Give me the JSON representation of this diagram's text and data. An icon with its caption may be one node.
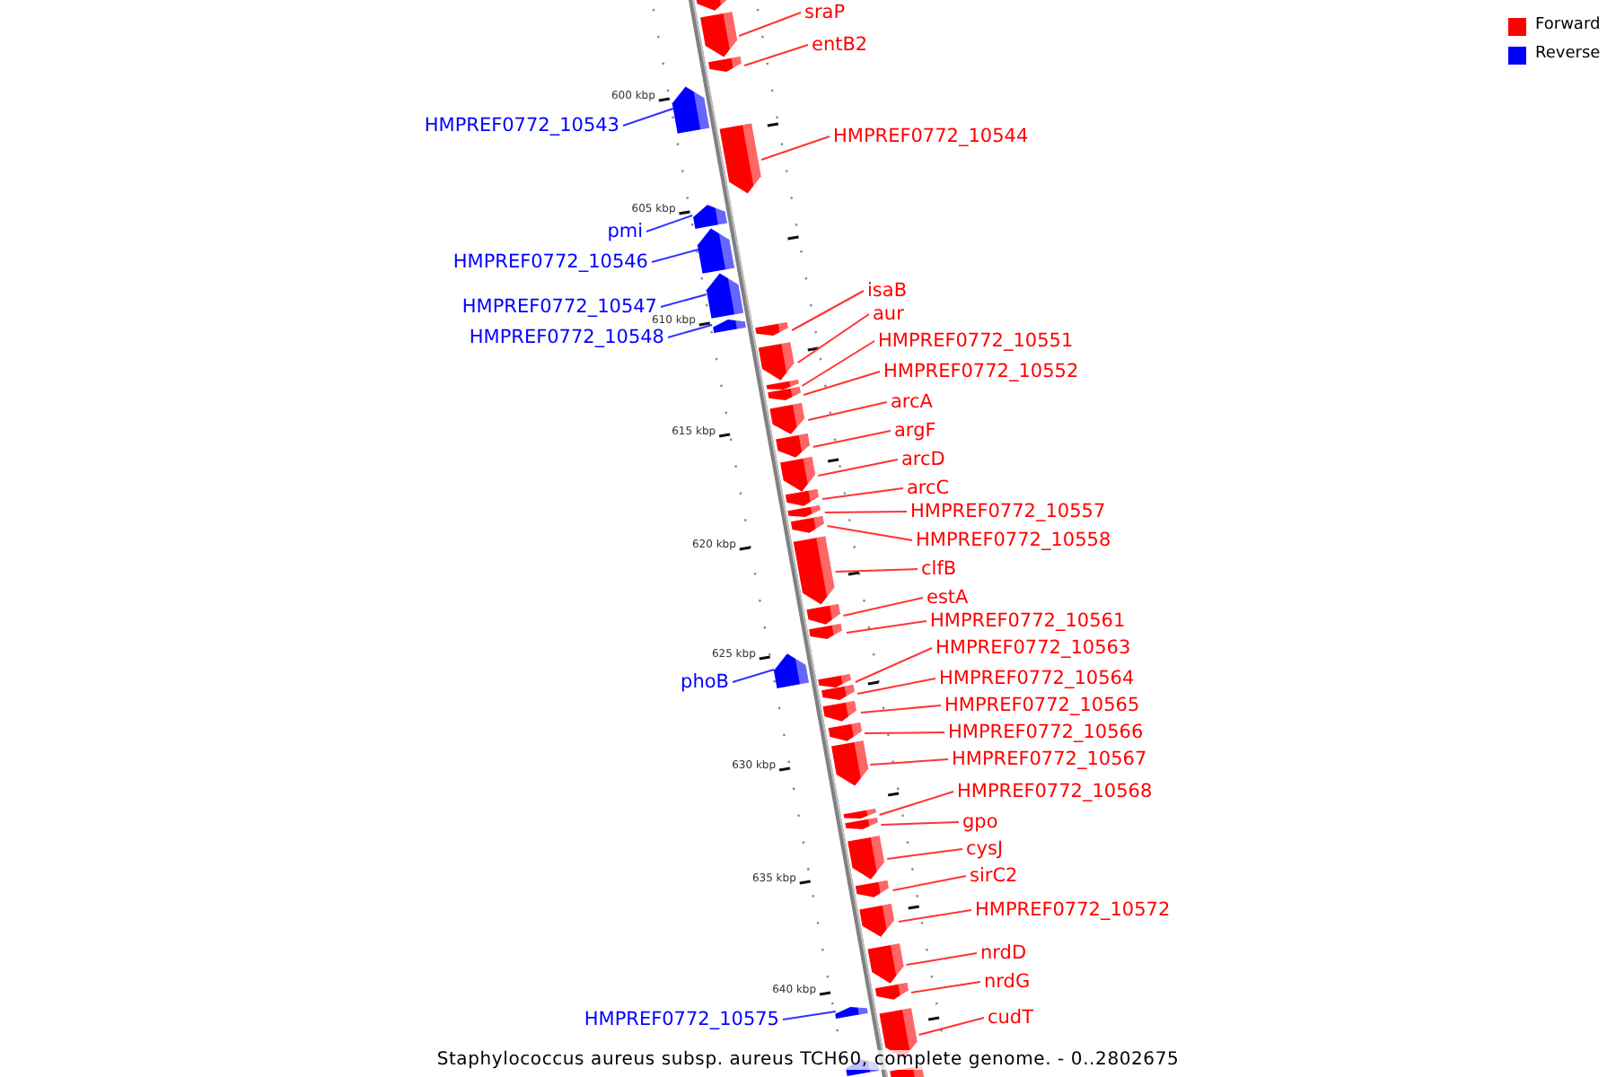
{
  "diagram": {
    "caption": "Staphylococcus aureus subsp. aureus TCH60, complete genome. - 0..2802675",
    "nodes": [
      {
        "text": [],
        "shape": "arrow"
      },
      {
        "text": [
          "sraP"
        ]
      },
      {
        "text": [],
        "shape": "arrow"
      },
      {
        "text": [
          "entB2"
        ]
      },
      {
        "text": [],
        "shape": "arrow"
      },
      {
        "text": [
          "HMPREF0772_10543"
        ]
      },
      {
        "text": [],
        "shape": "arrow"
      },
      {
        "text": [
          "HMPREF0772_10544"
        ]
      },
      {
        "text": [],
        "shape": "arrow"
      },
      {
        "text": [
          "pmi"
        ]
      },
      {
        "text": [],
        "shape": "arrow"
      },
      {
        "text": [
          "HMPREF0772_10546"
        ]
      },
      {
        "text": [],
        "shape": "arrow"
      },
      {
        "text": [
          "HMPREF0772_10547"
        ]
      },
      {
        "text": [],
        "shape": "arrow"
      },
      {
        "text": [
          "HMPREF0772_10548"
        ]
      },
      {
        "text": [],
        "shape": "arrow"
      },
      {
        "text": [
          "isaB"
        ]
      },
      {
        "text": [],
        "shape": "arrow"
      },
      {
        "text": [
          "aur"
        ]
      },
      {
        "text": [],
        "shape": "arrow"
      },
      {
        "text": [
          "HMPREF0772_10551"
        ]
      },
      {
        "text": [],
        "shape": "arrow"
      },
      {
        "text": [
          "HMPREF0772_10552"
        ]
      },
      {
        "text": [],
        "shape": "arrow"
      },
      {
        "text": [
          "arcA"
        ]
      },
      {
        "text": [],
        "shape": "arrow"
      },
      {
        "text": [
          "argF"
        ]
      },
      {
        "text": [],
        "shape": "arrow"
      },
      {
        "text": [
          "arcD"
        ]
      },
      {
        "text": [],
        "shape": "arrow"
      },
      {
        "text": [
          "arcC"
        ]
      },
      {
        "text": [],
        "shape": "arrow"
      },
      {
        "text": [
          "HMPREF0772_10557"
        ]
      },
      {
        "text": [],
        "shape": "arrow"
      },
      {
        "text": [
          "HMPREF0772_10558"
        ]
      },
      {
        "text": [],
        "shape": "arrow"
      },
      {
        "text": [
          "clfB"
        ]
      },
      {
        "text": [],
        "shape": "arrow"
      },
      {
        "text": [
          "estA"
        ]
      },
      {
        "text": [],
        "shape": "arrow"
      },
      {
        "text": [
          "HMPREF0772_10561"
        ]
      },
      {
        "text": [],
        "shape": "arrow"
      },
      {
        "text": [
          "phoB"
        ]
      },
      {
        "text": [],
        "shape": "arrow"
      },
      {
        "text": [
          "HMPREF0772_10563"
        ]
      },
      {
        "text": [],
        "shape": "arrow"
      },
      {
        "text": [
          "HMPREF0772_10564"
        ]
      },
      {
        "text": [],
        "shape": "arrow"
      },
      {
        "text": [
          "HMPREF0772_10565"
        ]
      },
      {
        "text": [],
        "shape": "arrow"
      },
      {
        "text": [
          "HMPREF0772_10566"
        ]
      },
      {
        "text": [],
        "shape": "arrow"
      },
      {
        "text": [
          "HMPREF0772_10567"
        ]
      },
      {
        "text": [],
        "shape": "arrow"
      },
      {
        "text": [
          "HMPREF0772_10568"
        ]
      },
      {
        "text": [],
        "shape": "arrow"
      },
      {
        "text": [
          "gpo"
        ]
      },
      {
        "text": [],
        "shape": "arrow"
      },
      {
        "text": [
          "cysJ"
        ]
      },
      {
        "text": [],
        "shape": "arrow"
      },
      {
        "text": [
          "sirC2"
        ]
      },
      {
        "text": [],
        "shape": "arrow"
      },
      {
        "text": [
          "HMPREF0772_10572"
        ]
      },
      {
        "text": [],
        "shape": "arrow"
      },
      {
        "text": [
          "nrdD"
        ]
      },
      {
        "text": [],
        "shape": "arrow"
      },
      {
        "text": [
          "nrdG"
        ]
      },
      {
        "text": [],
        "shape": "arrow"
      },
      {
        "text": [
          "HMPREF0772_10575"
        ]
      },
      {
        "text": [],
        "shape": "arrow"
      },
      {
        "text": [
          "cudT"
        ]
      },
      {
        "text": [],
        "shape": "arrow"
      },
      {
        "text": [],
        "shape": "arrow"
      },
      {
        "text": [],
        "shape": "arrow"
      }
    ],
    "edges": [
      {
        "from": 1,
        "to": 2,
        "arrow": "none"
      },
      {
        "from": 3,
        "to": 4,
        "arrow": "none"
      },
      {
        "from": 5,
        "to": 6,
        "arrow": "none",
        "color": "#3333ff"
      },
      {
        "from": 7,
        "to": 8,
        "arrow": "none"
      },
      {
        "from": 9,
        "to": 10,
        "arrow": "none",
        "color": "#3333ff"
      },
      {
        "from": 11,
        "to": 12,
        "arrow": "none",
        "color": "#3333ff"
      },
      {
        "from": 13,
        "to": 14,
        "arrow": "none",
        "color": "#3333ff"
      },
      {
        "from": 15,
        "to": 16,
        "arrow": "none",
        "color": "#3333ff"
      },
      {
        "from": 17,
        "to": 18,
        "arrow": "none"
      },
      {
        "from": 19,
        "to": 20,
        "arrow": "none"
      },
      {
        "from": 21,
        "to": 22,
        "arrow": "none"
      },
      {
        "from": 23,
        "to": 24,
        "arrow": "none"
      },
      {
        "from": 25,
        "to": 26,
        "arrow": "none"
      },
      {
        "from": 27,
        "to": 28,
        "arrow": "none"
      },
      {
        "from": 29,
        "to": 30,
        "arrow": "none"
      },
      {
        "from": 31,
        "to": 32,
        "arrow": "none"
      },
      {
        "from": 33,
        "to": 34,
        "arrow": "none"
      },
      {
        "from": 35,
        "to": 36,
        "arrow": "none"
      },
      {
        "from": 37,
        "to": 38,
        "arrow": "none"
      },
      {
        "from": 39,
        "to": 40,
        "arrow": "none"
      },
      {
        "from": 41,
        "to": 42,
        "arrow": "none"
      },
      {
        "from": 43,
        "to": 44,
        "arrow": "none",
        "color": "#3333ff"
      },
      {
        "from": 45,
        "to": 46,
        "arrow": "none"
      },
      {
        "from": 47,
        "to": 48,
        "arrow": "none"
      },
      {
        "from": 49,
        "to": 50,
        "arrow": "none"
      },
      {
        "from": 51,
        "to": 52,
        "arrow": "none"
      },
      {
        "from": 53,
        "to": 54,
        "arrow": "none"
      },
      {
        "from": 55,
        "to": 56,
        "arrow": "none"
      },
      {
        "from": 57,
        "to": 58,
        "arrow": "none"
      },
      {
        "from": 59,
        "to": 60,
        "arrow": "none"
      },
      {
        "from": 61,
        "to": 62,
        "arrow": "none"
      },
      {
        "from": 63,
        "to": 64,
        "arrow": "none"
      },
      {
        "from": 65,
        "to": 66,
        "arrow": "none"
      },
      {
        "from": 67,
        "to": 68,
        "arrow": "none"
      },
      {
        "from": 69,
        "to": 70,
        "arrow": "none",
        "color": "#3333ff"
      },
      {
        "from": 71,
        "to": 72,
        "arrow": "none"
      }
    ],
    "labels": [
      "600 kbp",
      "605 kbp",
      "610 kbp",
      "615 kbp",
      "620 kbp",
      "625 kbp",
      "630 kbp",
      "635 kbp",
      "640 kbp"
    ],
    "legend": [
      {
        "text": "Forward",
        "color": "#ff0000"
      },
      {
        "text": "Reverse",
        "color": "#0000ff"
      }
    ]
  }
}
